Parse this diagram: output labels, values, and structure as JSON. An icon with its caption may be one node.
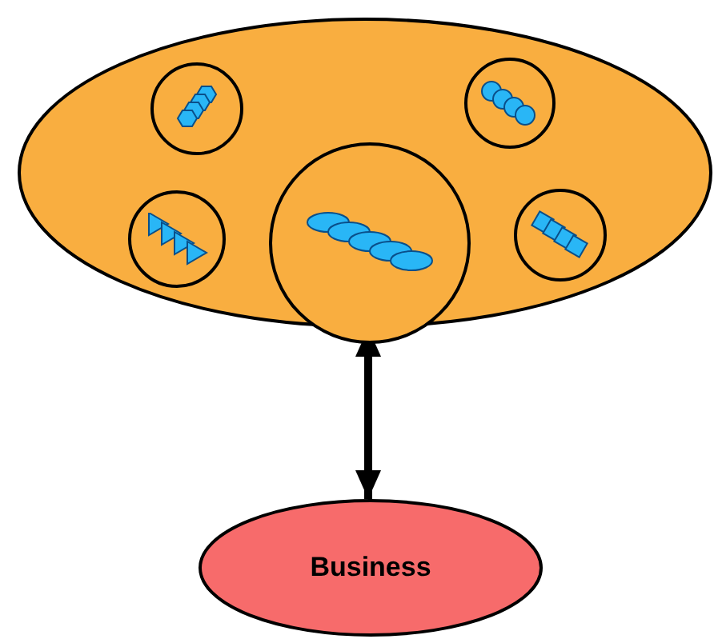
{
  "diagram": {
    "nodes": [
      {
        "text": [],
        "shape": "ellipse"
      },
      {
        "text": [],
        "shape": "circle",
        "in": 0
      },
      {
        "text": [],
        "shape": "circle",
        "in": 0
      },
      {
        "text": [],
        "shape": "circle",
        "in": 0
      },
      {
        "text": [],
        "shape": "circle",
        "in": 0
      },
      {
        "text": [],
        "shape": "circle",
        "in": 0
      },
      {
        "text": [
          "Business"
        ]
      }
    ],
    "edges": [
      {
        "from": 0,
        "to": 6,
        "arrow": "both"
      }
    ]
  }
}
